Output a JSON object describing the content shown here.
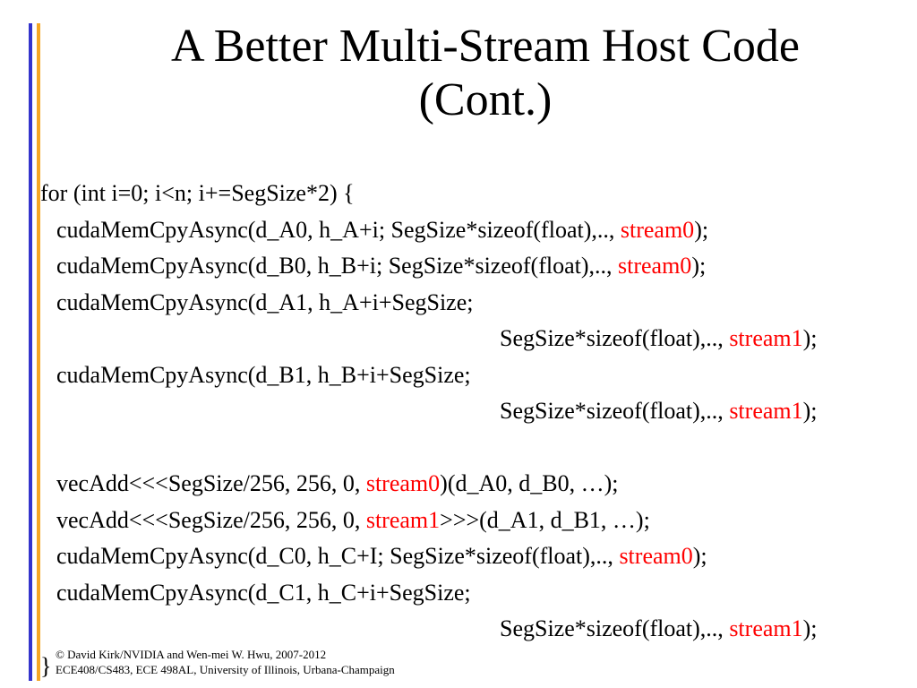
{
  "slide": {
    "title_line1": "A Better Multi-Stream Host Code",
    "title_line2": "(Cont.)"
  },
  "code": {
    "l1": "for (int i=0; i<n; i+=SegSize*2) {",
    "l2a": "cudaMemCpyAsync(d_A0, h_A+i; SegSize*sizeof(float),.., ",
    "l2b": "stream0",
    "l2c": ");",
    "l3a": "cudaMemCpyAsync(d_B0, h_B+i; SegSize*sizeof(float),.., ",
    "l3b": "stream0",
    "l3c": ");",
    "l4": "cudaMemCpyAsync(d_A1, h_A+i+SegSize;",
    "l5a": "SegSize*sizeof(float),.., ",
    "l5b": "stream1",
    "l5c": ");",
    "l6": "cudaMemCpyAsync(d_B1, h_B+i+SegSize;",
    "l7a": "SegSize*sizeof(float),.., ",
    "l7b": "stream1",
    "l7c": ");",
    "l8a": "vecAdd<<<SegSize/256, 256, 0, ",
    "l8b": "stream0",
    "l8c": ")(d_A0, d_B0, …);",
    "l9a": "vecAdd<<<SegSize/256, 256, 0, ",
    "l9b": "stream1",
    "l9c": ">>>(d_A1, d_B1, …);",
    "l10a": "cudaMemCpyAsync(d_C0, h_C+I; SegSize*sizeof(float),.., ",
    "l10b": "stream0",
    "l10c": ");",
    "l11": "cudaMemCpyAsync(d_C1, h_C+i+SegSize;",
    "l12a": "SegSize*sizeof(float),.., ",
    "l12b": "stream1",
    "l12c": ");",
    "closing_brace": "}"
  },
  "footer": {
    "line1": "© David Kirk/NVIDIA and Wen-mei W. Hwu, 2007-2012",
    "line2": "ECE408/CS483, ECE 498AL, University of Illinois, Urbana-Champaign"
  },
  "colors": {
    "accent_blue": "#3333cc",
    "accent_orange": "#f5a623",
    "highlight_red": "#ff0000"
  }
}
